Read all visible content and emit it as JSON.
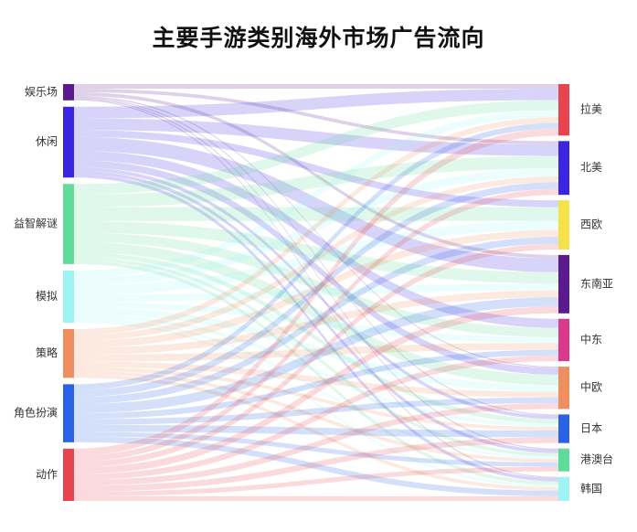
{
  "chart_data": {
    "type": "sankey",
    "title": "主要手游类别海外市场广告流向",
    "sources": [
      {
        "name": "娱乐场",
        "color": "#5b1a8e"
      },
      {
        "name": "休闲",
        "color": "#3b25e0"
      },
      {
        "name": "益智解谜",
        "color": "#5fdc9a"
      },
      {
        "name": "模拟",
        "color": "#9ff3f5"
      },
      {
        "name": "策略",
        "color": "#ef8f5f"
      },
      {
        "name": "角色扮演",
        "color": "#2a62e6"
      },
      {
        "name": "动作",
        "color": "#e8444f"
      }
    ],
    "targets": [
      {
        "name": "拉美",
        "color": "#e8444f"
      },
      {
        "name": "北美",
        "color": "#3b25e0"
      },
      {
        "name": "西欧",
        "color": "#f5e148"
      },
      {
        "name": "东南亚",
        "color": "#5b1a8e"
      },
      {
        "name": "中东",
        "color": "#d93a8c"
      },
      {
        "name": "中欧",
        "color": "#ef8f5f"
      },
      {
        "name": "日本",
        "color": "#2a62e6"
      },
      {
        "name": "港澳台",
        "color": "#5fdc9a"
      },
      {
        "name": "韩国",
        "color": "#9ff3f5"
      }
    ],
    "flows": [
      {
        "source": "娱乐场",
        "target": "拉美",
        "value": 4
      },
      {
        "source": "娱乐场",
        "target": "北美",
        "value": 3
      },
      {
        "source": "娱乐场",
        "target": "东南亚",
        "value": 3
      },
      {
        "source": "娱乐场",
        "target": "中欧",
        "value": 1
      },
      {
        "source": "娱乐场",
        "target": "日本",
        "value": 1
      },
      {
        "source": "娱乐场",
        "target": "港澳台",
        "value": 1
      },
      {
        "source": "娱乐场",
        "target": "韩国",
        "value": 1
      },
      {
        "source": "休闲",
        "target": "拉美",
        "value": 10
      },
      {
        "source": "休闲",
        "target": "北美",
        "value": 10
      },
      {
        "source": "休闲",
        "target": "西欧",
        "value": 6
      },
      {
        "source": "休闲",
        "target": "东南亚",
        "value": 12
      },
      {
        "source": "休闲",
        "target": "中东",
        "value": 8
      },
      {
        "source": "休闲",
        "target": "中欧",
        "value": 6
      },
      {
        "source": "休闲",
        "target": "日本",
        "value": 3
      },
      {
        "source": "休闲",
        "target": "港澳台",
        "value": 3
      },
      {
        "source": "休闲",
        "target": "韩国",
        "value": 3
      },
      {
        "source": "益智解谜",
        "target": "拉美",
        "value": 9
      },
      {
        "source": "益智解谜",
        "target": "北美",
        "value": 11
      },
      {
        "source": "益智解谜",
        "target": "西欧",
        "value": 12
      },
      {
        "source": "益智解谜",
        "target": "东南亚",
        "value": 10
      },
      {
        "source": "益智解谜",
        "target": "中东",
        "value": 8
      },
      {
        "source": "益智解谜",
        "target": "中欧",
        "value": 9
      },
      {
        "source": "益智解谜",
        "target": "日本",
        "value": 4
      },
      {
        "source": "益智解谜",
        "target": "港澳台",
        "value": 3
      },
      {
        "source": "益智解谜",
        "target": "韩国",
        "value": 3
      },
      {
        "source": "模拟",
        "target": "拉美",
        "value": 6
      },
      {
        "source": "模拟",
        "target": "北美",
        "value": 7
      },
      {
        "source": "模拟",
        "target": "西欧",
        "value": 8
      },
      {
        "source": "模拟",
        "target": "东南亚",
        "value": 6
      },
      {
        "source": "模拟",
        "target": "中东",
        "value": 5
      },
      {
        "source": "模拟",
        "target": "中欧",
        "value": 6
      },
      {
        "source": "模拟",
        "target": "日本",
        "value": 3
      },
      {
        "source": "模拟",
        "target": "港澳台",
        "value": 2
      },
      {
        "source": "模拟",
        "target": "韩国",
        "value": 2
      },
      {
        "source": "策略",
        "target": "拉美",
        "value": 5
      },
      {
        "source": "策略",
        "target": "北美",
        "value": 5
      },
      {
        "source": "策略",
        "target": "西欧",
        "value": 6
      },
      {
        "source": "策略",
        "target": "东南亚",
        "value": 6
      },
      {
        "source": "策略",
        "target": "中东",
        "value": 6
      },
      {
        "source": "策略",
        "target": "中欧",
        "value": 5
      },
      {
        "source": "策略",
        "target": "日本",
        "value": 3
      },
      {
        "source": "策略",
        "target": "港澳台",
        "value": 3
      },
      {
        "source": "策略",
        "target": "韩国",
        "value": 3
      },
      {
        "source": "角色扮演",
        "target": "拉美",
        "value": 5
      },
      {
        "source": "角色扮演",
        "target": "北美",
        "value": 6
      },
      {
        "source": "角色扮演",
        "target": "西欧",
        "value": 6
      },
      {
        "source": "角色扮演",
        "target": "东南亚",
        "value": 8
      },
      {
        "source": "角色扮演",
        "target": "中东",
        "value": 5
      },
      {
        "source": "角色扮演",
        "target": "中欧",
        "value": 5
      },
      {
        "source": "角色扮演",
        "target": "日本",
        "value": 6
      },
      {
        "source": "角色扮演",
        "target": "港澳台",
        "value": 4
      },
      {
        "source": "角色扮演",
        "target": "韩国",
        "value": 5
      },
      {
        "source": "动作",
        "target": "拉美",
        "value": 6
      },
      {
        "source": "动作",
        "target": "北美",
        "value": 5
      },
      {
        "source": "动作",
        "target": "西欧",
        "value": 5
      },
      {
        "source": "动作",
        "target": "东南亚",
        "value": 6
      },
      {
        "source": "动作",
        "target": "中东",
        "value": 5
      },
      {
        "source": "动作",
        "target": "中欧",
        "value": 5
      },
      {
        "source": "动作",
        "target": "日本",
        "value": 5
      },
      {
        "source": "动作",
        "target": "港澳台",
        "value": 4
      },
      {
        "source": "动作",
        "target": "韩国",
        "value": 4
      }
    ]
  }
}
